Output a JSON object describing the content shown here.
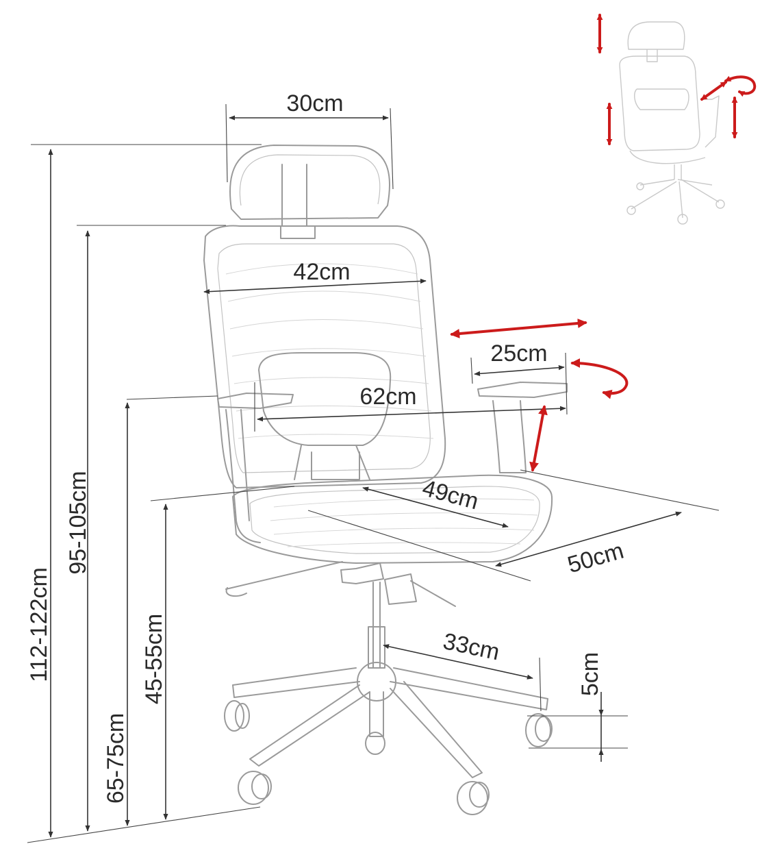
{
  "dimensions": {
    "headrest_width": "30cm",
    "backrest_width": "42cm",
    "armrest_depth": "25cm",
    "armrest_span": "62cm",
    "seat_depth": "49cm",
    "seat_width": "50cm",
    "base_radius": "33cm",
    "caster_height": "5cm",
    "total_height": "112-122cm",
    "backrest_top_height": "95-105cm",
    "armrest_height": "65-75cm",
    "seat_height": "45-55cm"
  },
  "colors": {
    "arrow_dim": "#333333",
    "adjust_arrow": "#cc1b1b",
    "chair_outline": "#9a9a9a"
  },
  "icons": {
    "adjustment": "red-double-arrow",
    "rotation": "red-curved-arrow"
  }
}
